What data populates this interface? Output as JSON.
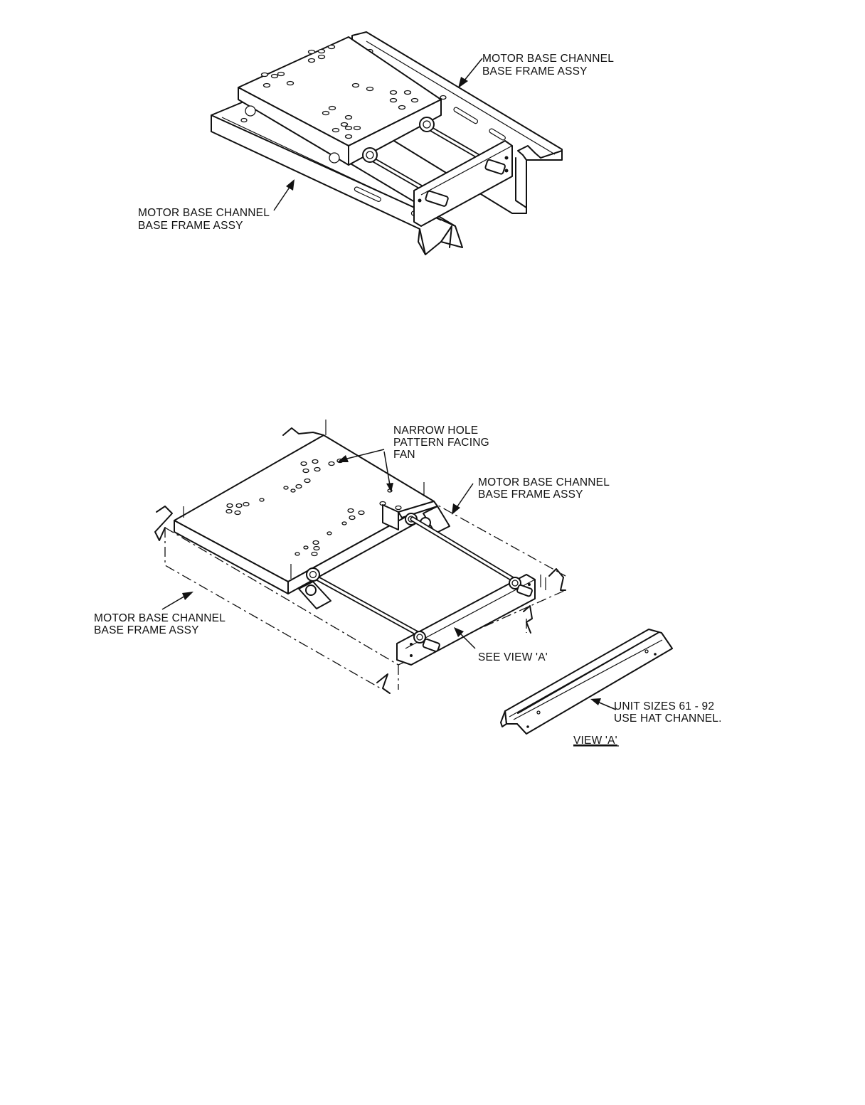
{
  "top_view": {
    "label_right": {
      "line1": "MOTOR BASE CHANNEL",
      "line2": "BASE FRAME ASSY"
    },
    "label_left": {
      "line1": "MOTOR BASE CHANNEL",
      "line2": "BASE FRAME ASSY"
    }
  },
  "bottom_view": {
    "label_narrow": {
      "line1": "NARROW HOLE",
      "line2": "PATTERN FACING",
      "line3": "FAN"
    },
    "label_right": {
      "line1": "MOTOR BASE CHANNEL",
      "line2": "BASE FRAME ASSY"
    },
    "label_left": {
      "line1": "MOTOR BASE CHANNEL",
      "line2": "BASE FRAME ASSY"
    },
    "label_see_view": "SEE VIEW 'A'",
    "label_hat": {
      "line1": "UNIT SIZES 61 - 92",
      "line2": "USE HAT CHANNEL."
    },
    "view_title": "VIEW 'A'"
  }
}
